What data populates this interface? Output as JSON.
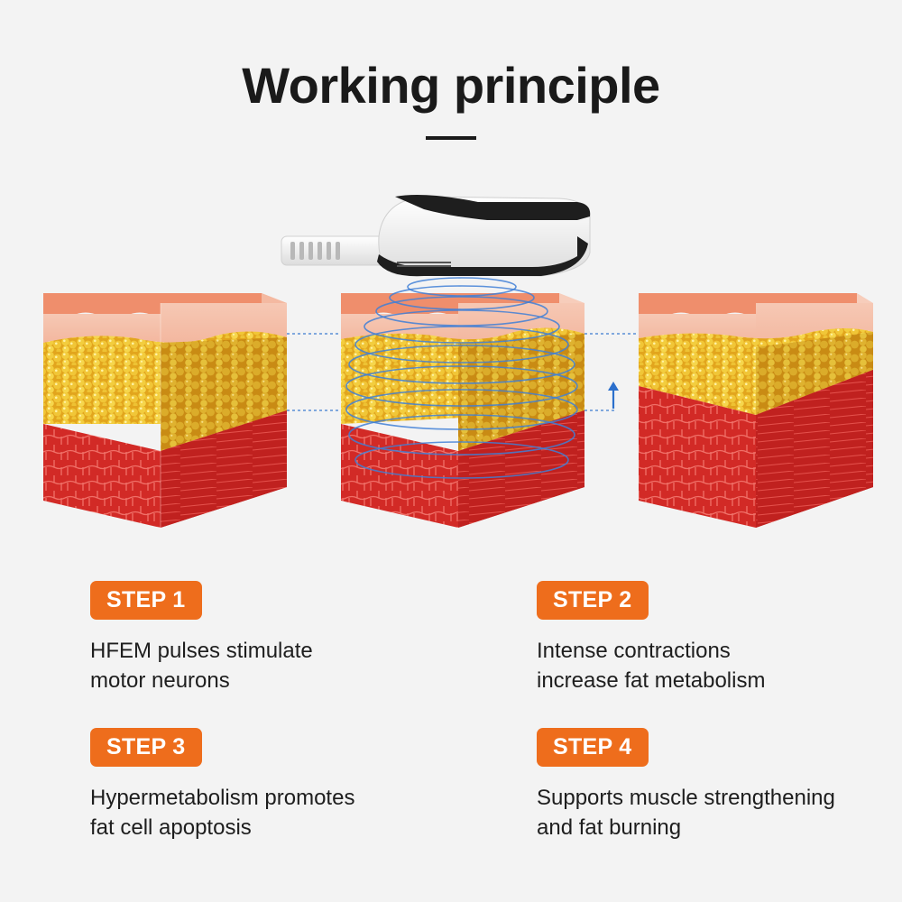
{
  "title": "Working principle",
  "colors": {
    "accent": "#ee6d1c",
    "skin": "#f0b49c",
    "fat": "#f0c431",
    "muscle": "#d8312c",
    "wave": "#3f7fd6"
  },
  "diagram": {
    "blocks": [
      "tissue-before",
      "tissue-treated",
      "tissue-after"
    ],
    "device": "hfem-handpiece",
    "arrow": "fat-layer-reduced-arrow"
  },
  "steps": [
    {
      "badge": "STEP 1",
      "line1": "HFEM pulses stimulate",
      "line2": "motor neurons"
    },
    {
      "badge": "STEP 2",
      "line1": "Intense contractions",
      "line2": "increase fat metabolism"
    },
    {
      "badge": "STEP 3",
      "line1": "Hypermetabolism promotes",
      "line2": "fat cell apoptosis"
    },
    {
      "badge": "STEP 4",
      "line1": "Supports muscle strengthening",
      "line2": "and fat burning"
    }
  ]
}
